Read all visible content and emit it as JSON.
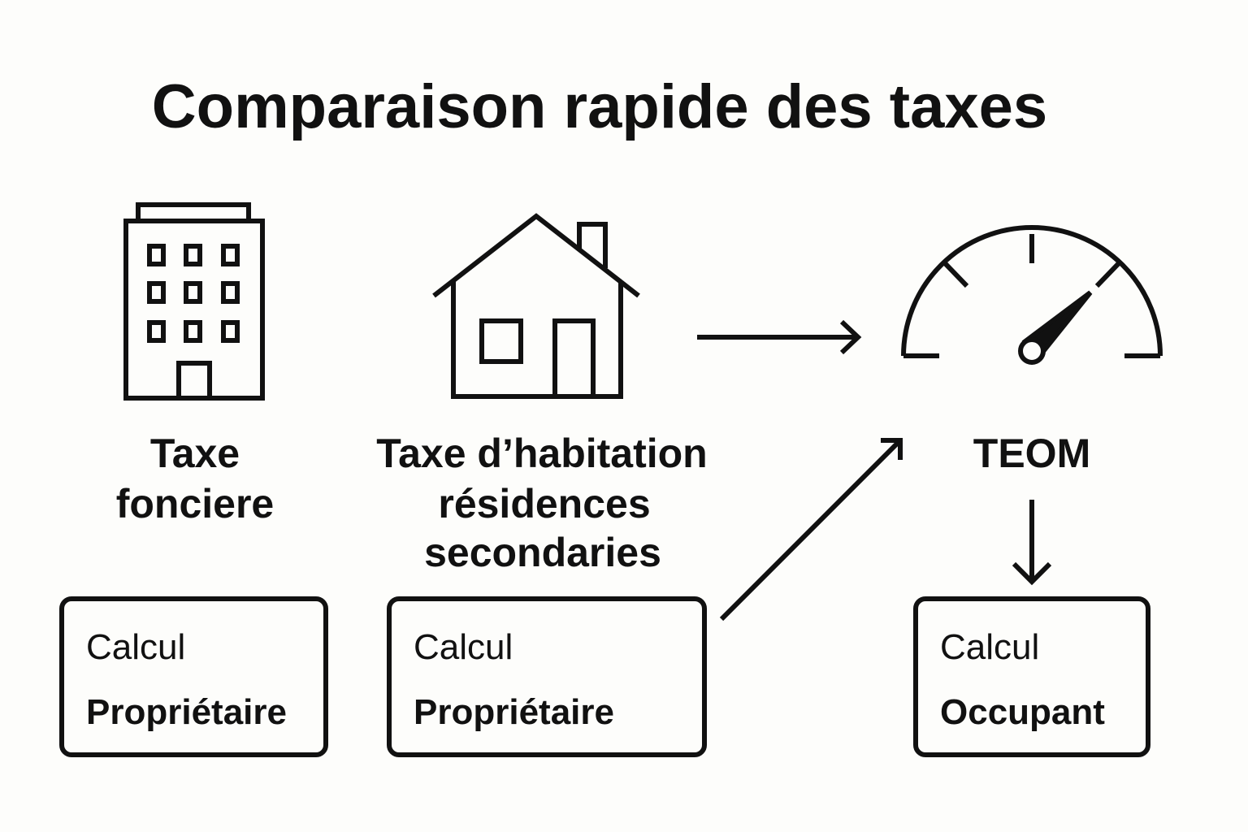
{
  "title": "Comparaison rapide des taxes",
  "columns": [
    {
      "icon": "building-icon",
      "label_lines": [
        "Taxe",
        "fonciere"
      ],
      "box": {
        "line1": "Calcul",
        "line2": "Propriétaire"
      }
    },
    {
      "icon": "house-icon",
      "label_lines": [
        "Taxe d’habitation",
        "résidences",
        "secondaries"
      ],
      "box": {
        "line1": "Calcul",
        "line2": "Propriétaire"
      }
    },
    {
      "icon": "gauge-icon",
      "label_lines": [
        "TEOM"
      ],
      "box": {
        "line1": "Calcul",
        "line2": "Occupant"
      }
    }
  ]
}
